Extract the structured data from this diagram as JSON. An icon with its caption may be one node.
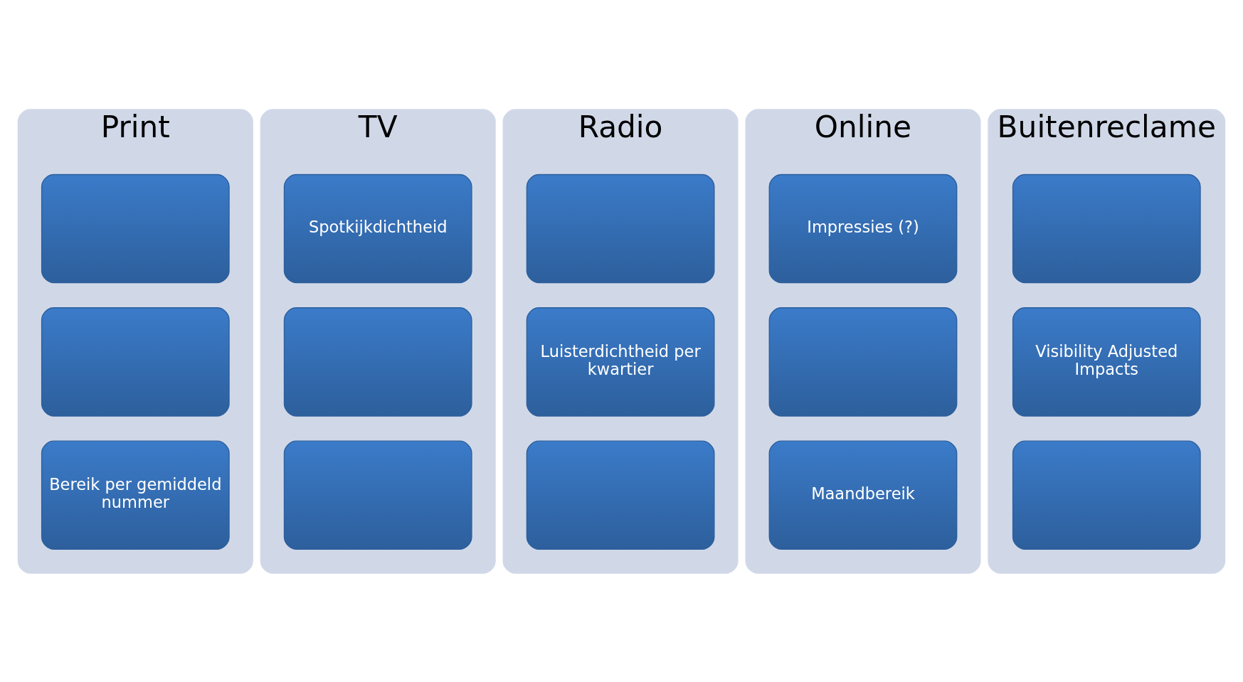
{
  "diagram": {
    "nodes": [
      {
        "text": [
          "Print"
        ]
      },
      {
        "text": [],
        "shape": "box",
        "in": 0
      },
      {
        "text": [],
        "shape": "box",
        "in": 0
      },
      {
        "text": [
          "Bereik per gemiddeld nummer"
        ],
        "in": 0
      },
      {
        "text": [
          "TV"
        ]
      },
      {
        "text": [
          "Spotkijkdichtheid"
        ],
        "in": 4
      },
      {
        "text": [],
        "shape": "box",
        "in": 4
      },
      {
        "text": [],
        "shape": "box",
        "in": 4
      },
      {
        "text": [
          "Radio"
        ]
      },
      {
        "text": [],
        "shape": "box",
        "in": 8
      },
      {
        "text": [
          "Luisterdichtheid per kwartier"
        ],
        "in": 8
      },
      {
        "text": [],
        "shape": "box",
        "in": 8
      },
      {
        "text": [
          "Online"
        ]
      },
      {
        "text": [
          "Impressies (?)"
        ],
        "in": 12
      },
      {
        "text": [],
        "shape": "box",
        "in": 12
      },
      {
        "text": [
          "Maandbereik"
        ],
        "in": 12
      },
      {
        "text": [
          "Buitenreclame"
        ]
      },
      {
        "text": [],
        "shape": "box",
        "in": 16
      },
      {
        "text": [
          "Visibility Adjusted Impacts"
        ],
        "in": 16
      },
      {
        "text": [],
        "shape": "box",
        "in": 16
      }
    ]
  }
}
